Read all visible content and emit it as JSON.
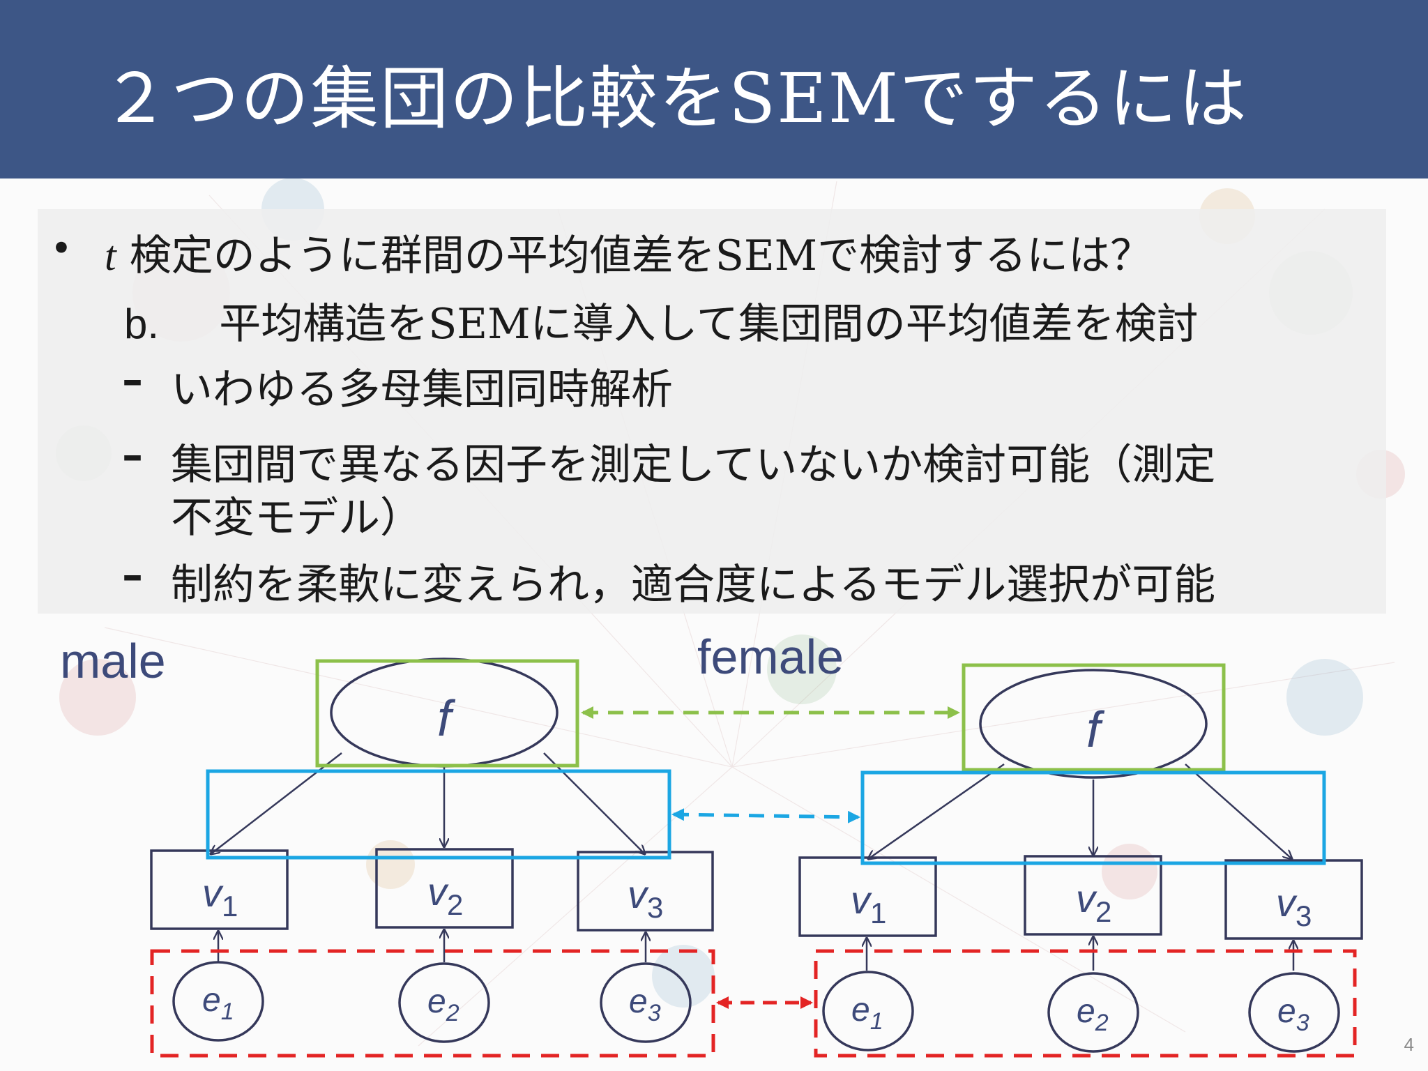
{
  "slide": {
    "title": "２つの集団の比較をSEMでするには",
    "page_number": "4"
  },
  "content": {
    "bullet_var": "t",
    "bullet_text": "検定のように群間の平均値差をSEMで検討するには？",
    "sub_b_marker": "b.",
    "sub_b_text": "平均構造をSEMに導入して集団間の平均値差を検討",
    "dash1": "いわゆる多母集団同時解析",
    "dash2_line1": "集団間で異なる因子を測定していないか検討可能（測定",
    "dash2_line2": "不変モデル）",
    "dash3": "制約を柔軟に変えられ，適合度によるモデル選択が可能",
    "dash_symbol": "–"
  },
  "diagram": {
    "groups": [
      {
        "label": "male",
        "factor": "f",
        "observed": [
          {
            "base": "v",
            "sub": "1"
          },
          {
            "base": "v",
            "sub": "2"
          },
          {
            "base": "v",
            "sub": "3"
          }
        ],
        "errors": [
          {
            "base": "e",
            "sub": "1"
          },
          {
            "base": "e",
            "sub": "2"
          },
          {
            "base": "e",
            "sub": "3"
          }
        ]
      },
      {
        "label": "female",
        "factor": "f",
        "observed": [
          {
            "base": "v",
            "sub": "1"
          },
          {
            "base": "v",
            "sub": "2"
          },
          {
            "base": "v",
            "sub": "3"
          }
        ],
        "errors": [
          {
            "base": "e",
            "sub": "1"
          },
          {
            "base": "e",
            "sub": "2"
          },
          {
            "base": "e",
            "sub": "3"
          }
        ]
      }
    ],
    "colors": {
      "title_bar": "#3d5686",
      "node_stroke": "#35385a",
      "text": "#3d4a7a",
      "factor_box": "#8cc04a",
      "loading_box": "#1ba6e3",
      "error_box": "#e32424"
    }
  }
}
